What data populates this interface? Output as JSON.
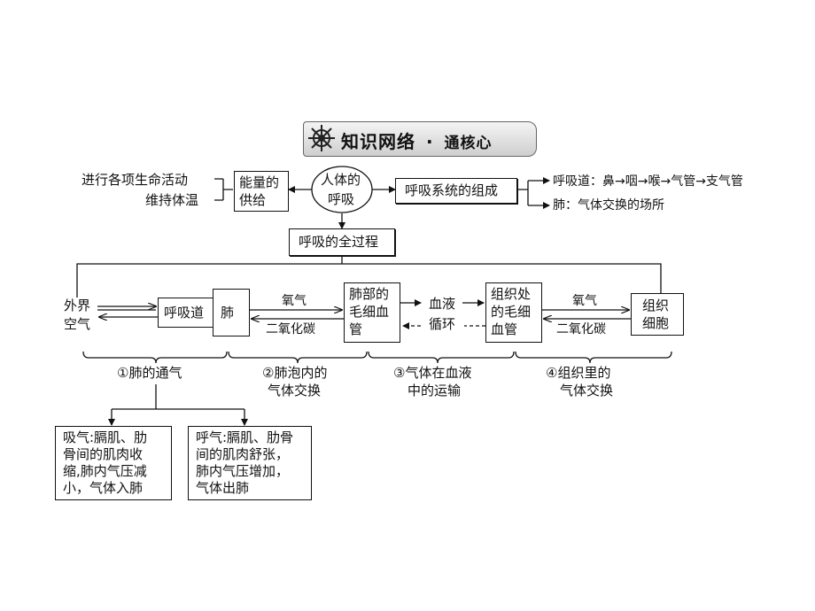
{
  "header": {
    "title": "知识网络",
    "dot": "·",
    "subtitle": "通核心"
  },
  "left_texts": {
    "line1": "进行各项生命活动",
    "line2": "维持体温"
  },
  "energy_box": {
    "line1": "能量的",
    "line2": "供给"
  },
  "respiration_node": {
    "line1": "人体的",
    "line2": "呼吸"
  },
  "system_box": {
    "label": "呼吸系统的组成"
  },
  "system_parts": {
    "tract": "呼吸道：鼻→咽→喉→气管→支气管",
    "lung": "肺：气体交换的场所"
  },
  "process_box": {
    "label": "呼吸的全过程"
  },
  "flow": {
    "outside_air": {
      "line1": "外界",
      "line2": "空气"
    },
    "airway": "呼吸道",
    "lung": "肺",
    "oxygen": "氧气",
    "co2": "二氧化碳",
    "alveolar_capillary": {
      "line1": "肺部的",
      "line2": "毛细血",
      "line3": "管"
    },
    "blood": "血液",
    "circulation": "循环",
    "tissue_capillary": {
      "line1": "组织处",
      "line2": "的毛细",
      "line3": "血管"
    },
    "tissue_cell": {
      "line1": "组织",
      "line2": "细胞"
    }
  },
  "stages": [
    {
      "line1": "①肺的通气",
      "line2": ""
    },
    {
      "line1": "②肺泡内的",
      "line2": "气体交换"
    },
    {
      "line1": "③气体在血液",
      "line2": "中的运输"
    },
    {
      "line1": "④组织里的",
      "line2": "气体交换"
    }
  ],
  "inhale": {
    "lines": [
      "吸气:膈肌、肋",
      "骨间的肌肉收",
      "缩,肺内气压减",
      "小，气体入肺"
    ]
  },
  "exhale": {
    "lines": [
      "呼气:膈肌、肋骨",
      "间的肌肉舒张，",
      "肺内气压增加，",
      "气体出肺"
    ]
  }
}
